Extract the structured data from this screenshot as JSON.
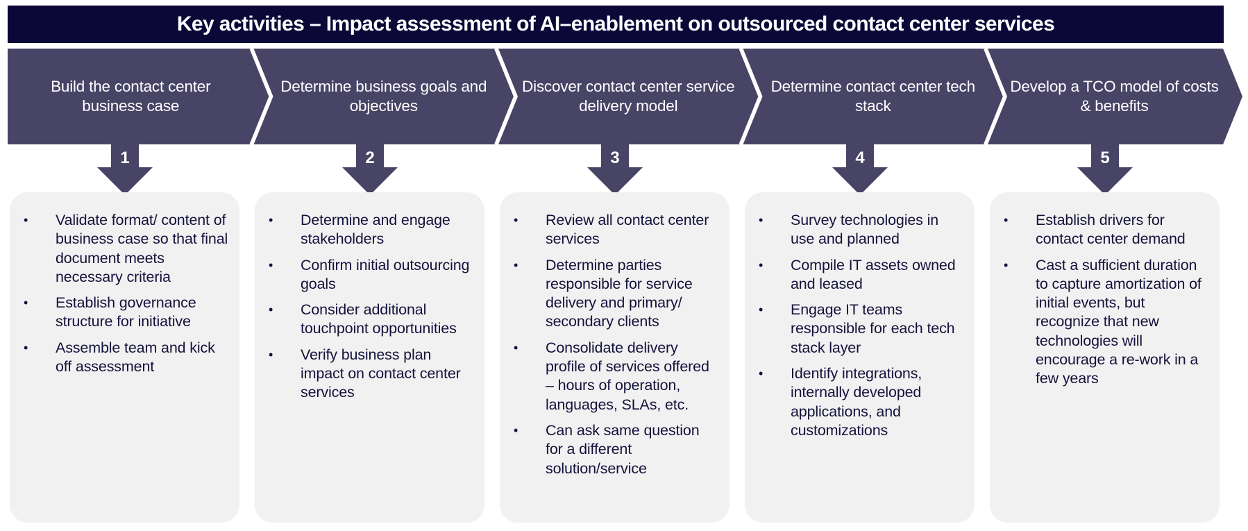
{
  "title": "Key activities – Impact assessment of AI–enablement on outsourced contact center services",
  "colors": {
    "title_bg": "#0b0838",
    "chevron": "#474466",
    "box_bg": "#f1f1f2",
    "body_text": "#14123a"
  },
  "steps": [
    {
      "number": "1",
      "heading": "Build the contact center business case",
      "bullets": [
        "Validate format/ content of business case so that final document meets necessary criteria",
        "Establish governance structure for initiative",
        "Assemble team and kick off assessment"
      ]
    },
    {
      "number": "2",
      "heading": "Determine business goals and objectives",
      "bullets": [
        "Determine and engage stakeholders",
        "Confirm initial outsourcing goals",
        "Consider additional touchpoint opportunities",
        "Verify business plan impact on contact center services"
      ]
    },
    {
      "number": "3",
      "heading": "Discover contact center service delivery model",
      "bullets": [
        "Review all contact center services",
        "Determine parties responsible for service delivery and primary/ secondary clients",
        "Consolidate delivery profile of services offered – hours of operation, languages, SLAs, etc.",
        "Can ask same question for a different solution/service"
      ]
    },
    {
      "number": "4",
      "heading": "Determine contact center tech stack",
      "bullets": [
        "Survey technologies in use and planned",
        "Compile IT assets owned and leased",
        "Engage IT teams responsible for each tech stack layer",
        "Identify integrations, internally developed applications, and customizations"
      ]
    },
    {
      "number": "5",
      "heading": "Develop a TCO model of costs & benefits",
      "bullets": [
        "Establish drivers for contact center demand",
        "Cast a sufficient duration to capture amortization of initial events, but recognize that new technologies will encourage a re-work in a few years"
      ]
    }
  ]
}
